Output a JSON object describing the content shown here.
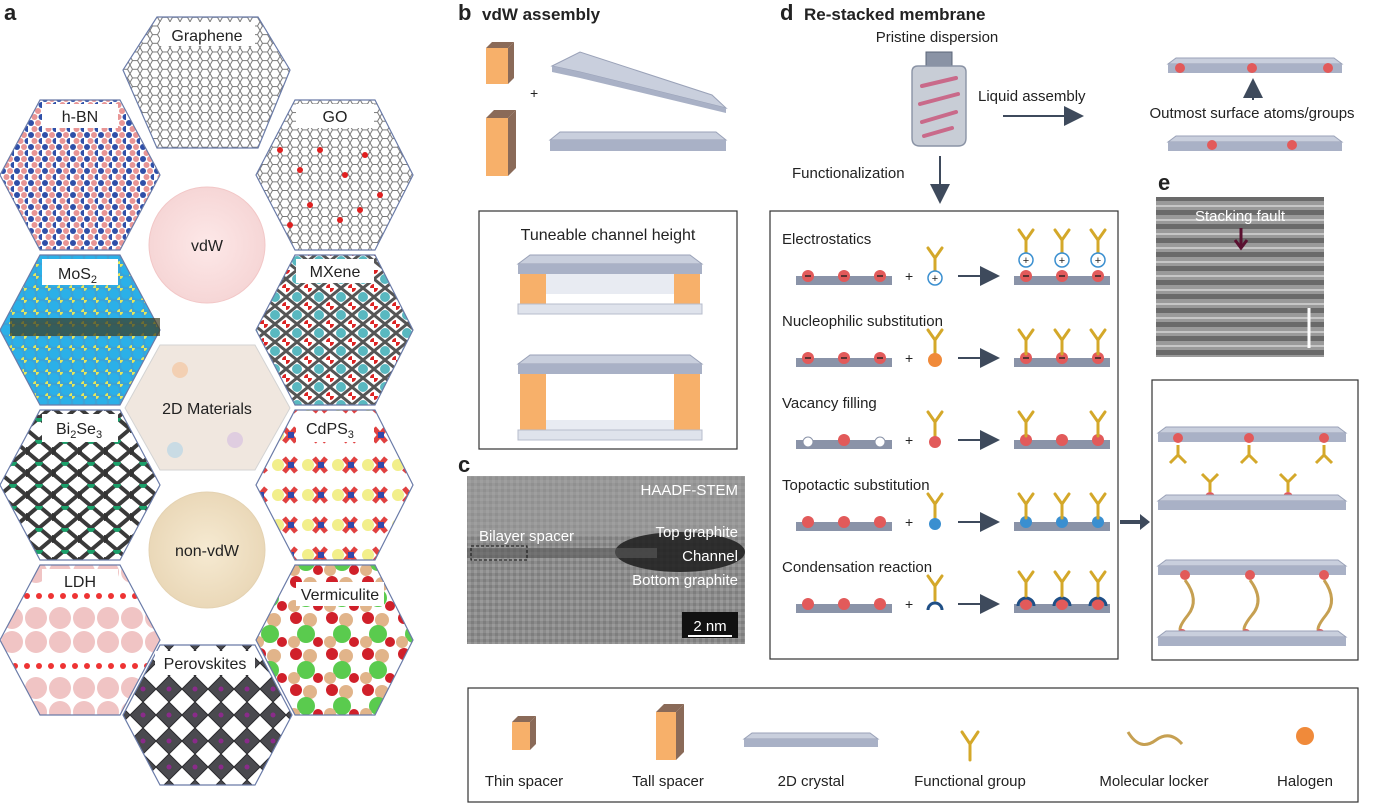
{
  "panel_a": {
    "letter": "a",
    "tiles": [
      {
        "name": "Graphene"
      },
      {
        "name": "h-BN"
      },
      {
        "name": "GO"
      },
      {
        "name": "MoS",
        "sub": "2"
      },
      {
        "name": "MXene"
      },
      {
        "name": "Bi",
        "sub": "2",
        "mid": "Se",
        "sub2": "3"
      },
      {
        "name": "CdPS",
        "sub": "3"
      },
      {
        "name": "LDH"
      },
      {
        "name": "Vermiculite"
      },
      {
        "name": "Perovskites"
      }
    ],
    "center_vdw": "vdW",
    "center_materials": "2D Materials",
    "center_nonvdw": "non-vdW"
  },
  "panel_b": {
    "letter": "b",
    "title": "vdW assembly",
    "plus": "+",
    "box_title": "Tuneable channel height"
  },
  "panel_c": {
    "letter": "c",
    "method": "HAADF-STEM",
    "bilayer": "Bilayer spacer",
    "top": "Top graphite",
    "channel": "Channel",
    "bottom": "Bottom graphite",
    "scale": "2 nm"
  },
  "panel_d": {
    "letter": "d",
    "title": "Re-stacked membrane",
    "dispersion": "Pristine dispersion",
    "liquid": "Liquid assembly",
    "outmost": "Outmost surface atoms/groups",
    "functionalization": "Functionalization",
    "rows": [
      {
        "label": "Electrostatics"
      },
      {
        "label": "Nucleophilic substitution"
      },
      {
        "label": "Vacancy filling"
      },
      {
        "label": "Topotactic substitution"
      },
      {
        "label": "Condensation reaction"
      }
    ],
    "plus": "+"
  },
  "panel_e": {
    "letter": "e",
    "fault": "Stacking fault"
  },
  "legend": [
    {
      "label": "Thin spacer"
    },
    {
      "label": "Tall spacer"
    },
    {
      "label": "2D crystal"
    },
    {
      "label": "Functional group"
    },
    {
      "label": "Molecular locker"
    },
    {
      "label": "Halogen"
    }
  ],
  "colors": {
    "spacer_front": "#f7b06a",
    "spacer_side": "#8a6a58",
    "crystal": "#a9b1c6",
    "crystal_top": "#c9cfdd",
    "atom": "#e25a5a",
    "group": "#d4a82a",
    "halogen": "#f08a3a",
    "locker_cap": "#1f4f86",
    "arrow": "#3e4a5c"
  }
}
